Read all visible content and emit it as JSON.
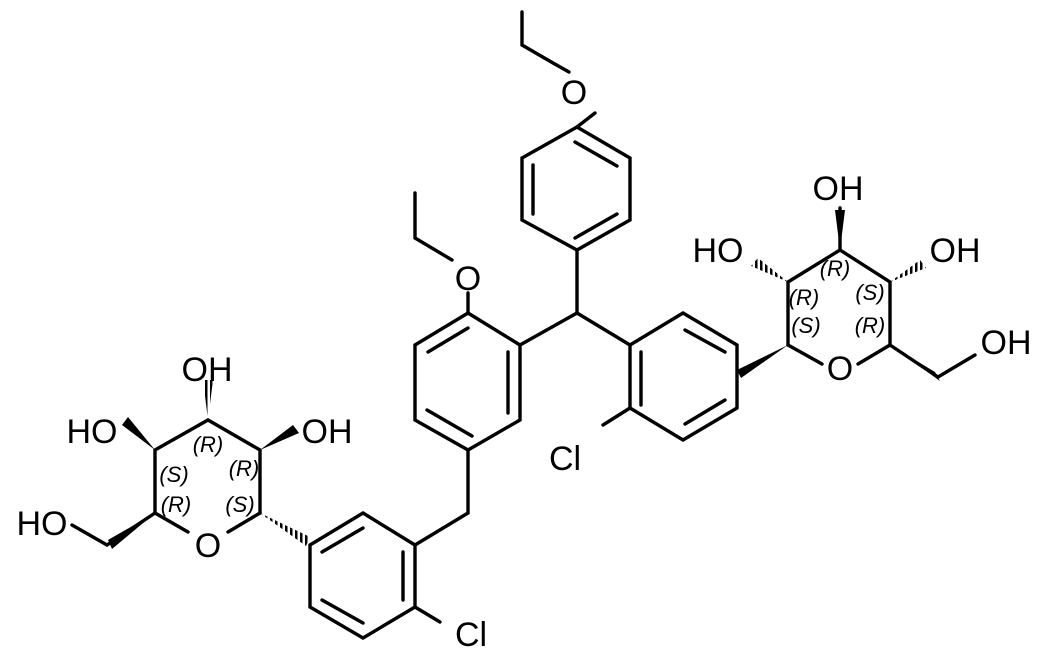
{
  "diagram": {
    "type": "chemical-structure",
    "atom_labels": {
      "top_o": "O",
      "mid_o": "O",
      "left_cl": "Cl",
      "bottom_cl": "Cl",
      "right_ho_left": "HO",
      "right_oh_top": "OH",
      "right_oh_right": "OH",
      "right_ring_o": "O",
      "right_ch2oh": "OH",
      "left_oh_top": "OH",
      "left_ho_left": "HO",
      "left_oh_right": "OH",
      "left_ring_o": "O",
      "left_ch2oh": "HO"
    },
    "stereo_labels": {
      "right_r1": "(R)",
      "right_r2": "(R)",
      "right_s1": "(S)",
      "right_s2": "(S)",
      "right_r3": "(R)",
      "left_r1": "(R)",
      "left_r2": "(R)",
      "left_s1": "(S)",
      "left_r3": "(R)",
      "left_s2": "(S)"
    }
  }
}
